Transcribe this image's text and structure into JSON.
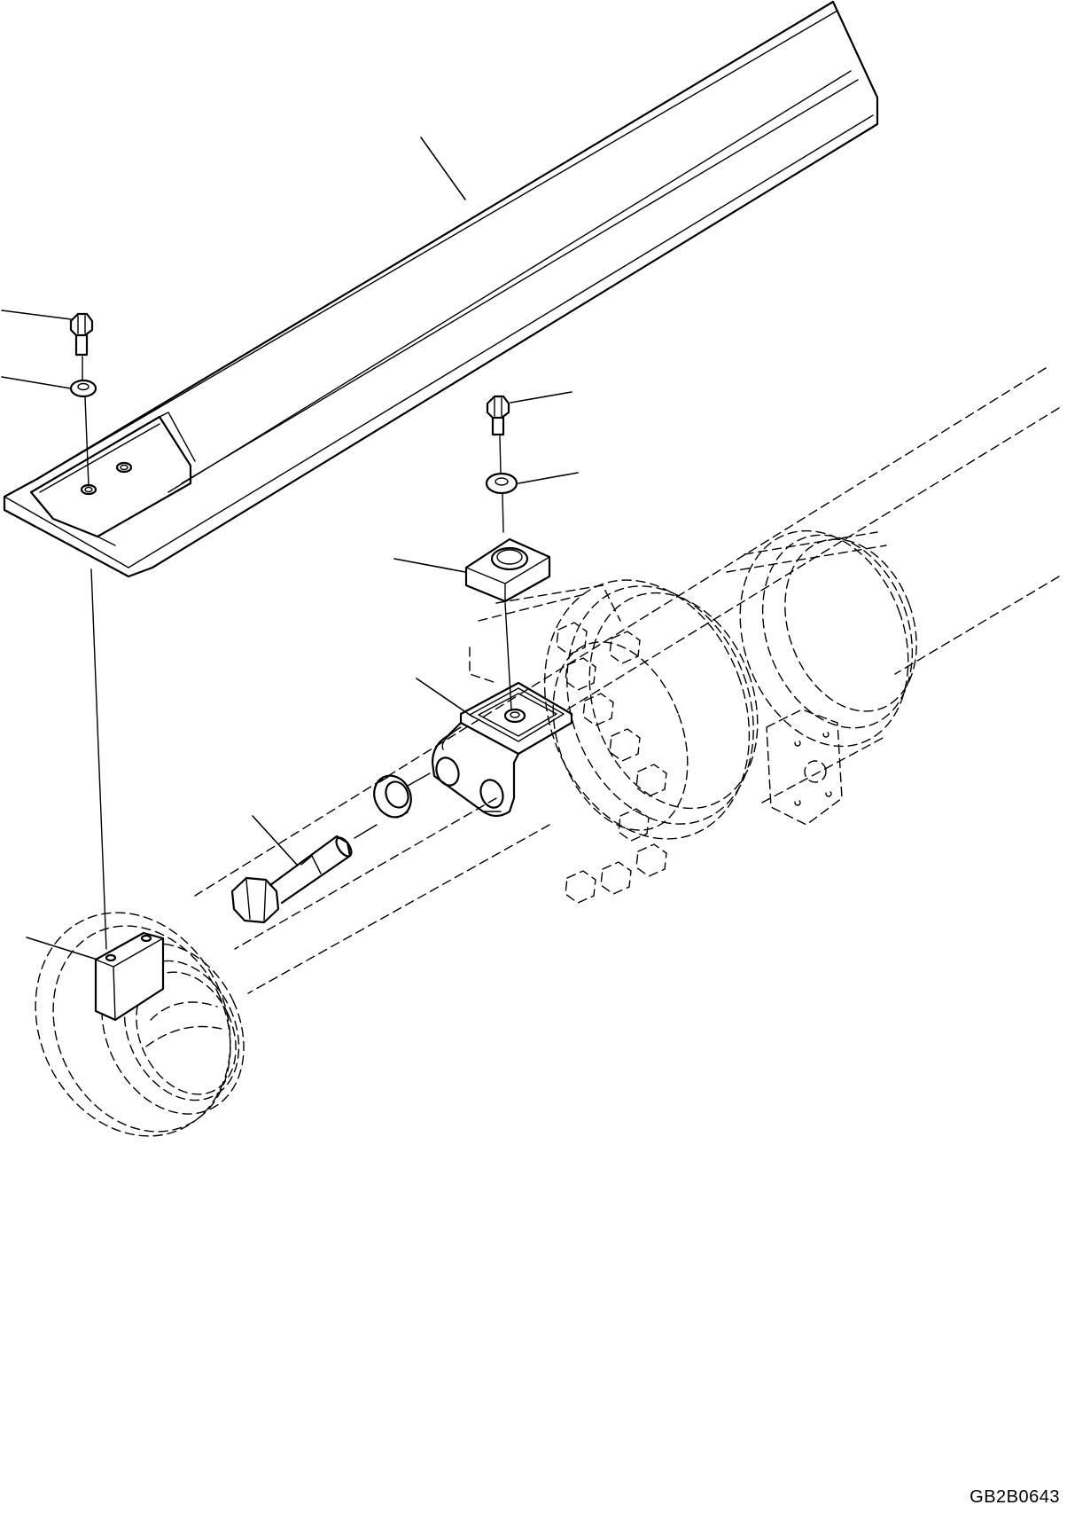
{
  "drawing": {
    "code": "GB2B0643"
  },
  "parts": [
    {
      "name": "cover-guard"
    },
    {
      "name": "bolt-left"
    },
    {
      "name": "washer-left"
    },
    {
      "name": "bolt-right"
    },
    {
      "name": "washer-right"
    },
    {
      "name": "block-plate"
    },
    {
      "name": "bracket"
    },
    {
      "name": "spacer-washer"
    },
    {
      "name": "pin-bolt"
    },
    {
      "name": "bottom-block"
    },
    {
      "name": "hydraulic-cylinder"
    }
  ]
}
